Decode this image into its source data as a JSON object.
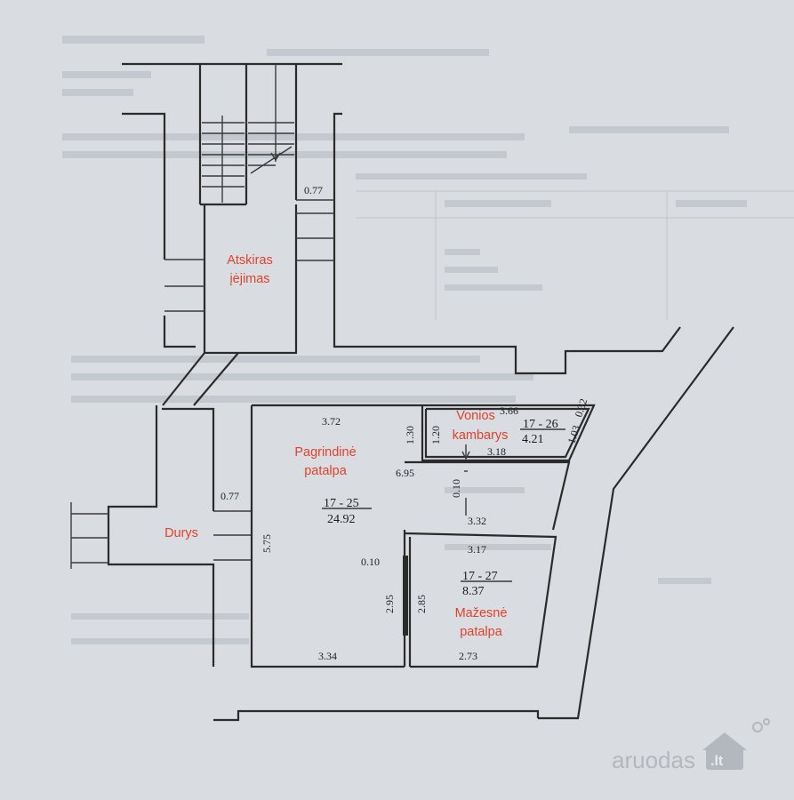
{
  "rooms": {
    "entrance": {
      "label_line1": "Atskiras",
      "label_line2": "įėjimas"
    },
    "main": {
      "label_line1": "Pagrindinė",
      "label_line2": "patalpa",
      "code": "17 - 25",
      "area": "24.92"
    },
    "bathroom": {
      "label_line1": "Vonios",
      "label_line2": "kambarys",
      "code": "17 - 26",
      "area": "4.21"
    },
    "smaller": {
      "label_line1": "Mažesnė",
      "label_line2": "patalpa",
      "code": "17 - 27",
      "area": "8.37"
    },
    "door": {
      "label": "Durys"
    }
  },
  "dimensions": {
    "stair_wall": "0.77",
    "door_wall": "0.77",
    "main_top": "3.72",
    "main_side": "5.75",
    "main_bottom": "3.34",
    "main_right": "6.95",
    "bath_h1": "1.30",
    "bath_h2": "1.20",
    "bath_top": "3.66",
    "bath_bottom": "3.18",
    "bath_diag": "1.03",
    "bath_corner": "0.32",
    "corridor_gap": "0.10",
    "corridor_bottom": "3.32",
    "small_top": "3.17",
    "small_bottom": "2.73",
    "small_left1": "2.95",
    "small_left2": "2.85",
    "partition": "0.10"
  },
  "watermark": {
    "brand": "aruodas",
    "tld": ".lt"
  },
  "colors": {
    "label_red": "#e0422c",
    "wall": "#2b2b2b",
    "paper": "#d9dde2"
  }
}
